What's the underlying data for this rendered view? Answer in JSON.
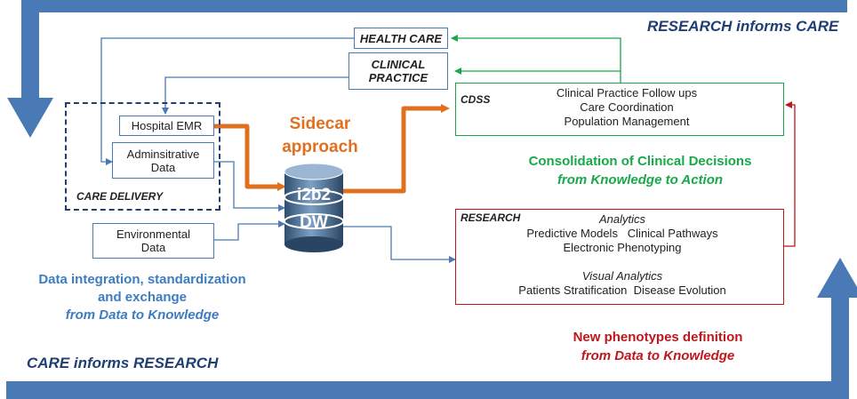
{
  "corner_labels": {
    "research_informs_care": "RESEARCH informs CARE",
    "care_informs_research": "CARE informs RESEARCH"
  },
  "top_boxes": {
    "health_care": "HEALTH CARE",
    "clinical_practice_line1": "CLINICAL",
    "clinical_practice_line2": "PRACTICE"
  },
  "care_delivery": {
    "label": "CARE DELIVERY",
    "hospital_emr": "Hospital EMR",
    "admin_line1": "Adminsitrative",
    "admin_line2": "Data"
  },
  "environmental": {
    "line1": "Environmental",
    "line2": "Data"
  },
  "sidecar": {
    "line1": "Sidecar",
    "line2": "approach"
  },
  "database": {
    "line1": "i2b2",
    "line2": "DW"
  },
  "cdss": {
    "label": "CDSS",
    "line1": "Clinical Practice Follow ups",
    "line2": "Care Coordination",
    "line3": "Population Management"
  },
  "consolidation": {
    "line1": "Consolidation  of Clinical Decisions",
    "line2": "from Knowledge to Action"
  },
  "research": {
    "label": "RESEARCH",
    "analytics": "Analytics",
    "line1": "Predictive Models   Clinical Pathways",
    "line2": "Electronic Phenotyping",
    "visual_analytics": "Visual Analytics",
    "line3": "Patients Stratification  Disease Evolution"
  },
  "data_integration": {
    "line1": "Data integration, standardization",
    "line2": "and exchange",
    "line3": "from Data to Knowledge"
  },
  "new_phenotypes": {
    "line1": "New phenotypes definition",
    "line2": "from Data to Knowledge"
  },
  "colors": {
    "big_arrow": "#4a7ab5",
    "orange": "#e07020",
    "green": "#18a84a",
    "red": "#c0161c",
    "navy": "#1f3f72",
    "text_blue": "#3d7cc1"
  }
}
